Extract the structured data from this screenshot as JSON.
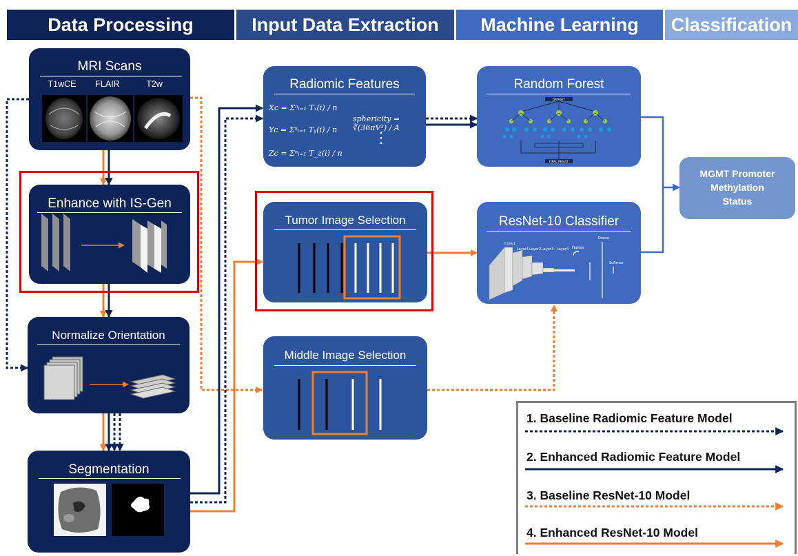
{
  "headers": {
    "data_processing": "Data Processing",
    "input_extraction": "Input Data Extraction",
    "machine_learning": "Machine Learning",
    "classification": "Classification"
  },
  "mri": {
    "title": "MRI Scans",
    "labels": [
      "T1wCE",
      "FLAIR",
      "T2w"
    ]
  },
  "enhance": {
    "title": "Enhance with IS-Gen"
  },
  "normalize": {
    "title": "Normalize Orientation"
  },
  "segmentation": {
    "title": "Segmentation"
  },
  "radiomic": {
    "title": "Radiomic Features",
    "eq_x": "Xc = Σⁿᵢ₌₁ Tₓ(i) / n",
    "eq_y": "Yc = Σⁿᵢ₌₁ Tᵧ(i) / n",
    "eq_z": "Zc = Σⁿᵢ₌₁ T_z(i) / n",
    "eq_s": "sphericity = ∛(36πV²) / A",
    "dots": "⋮"
  },
  "tumor_sel": {
    "title": "Tumor Image Selection"
  },
  "middle_sel": {
    "title": "Middle Image Selection"
  },
  "random_forest": {
    "title": "Random Forest",
    "dataset": "DATASET",
    "final": "FINAL RESULT"
  },
  "resnet": {
    "title": "ResNet-10 Classifier",
    "layers": [
      "Conv1",
      "Layer1",
      "Layer2",
      "Layer3",
      "Layer4",
      "Flatten",
      "Dense",
      "Softmax"
    ]
  },
  "mgmt": {
    "line1": "MGMT Promoter",
    "line2": "Methylation",
    "line3": "Status"
  },
  "legend": {
    "item1": "1. Baseline Radiomic Feature Model",
    "item2": "2. Enhanced Radiomic Feature Model",
    "item3": "3. Baseline ResNet-10 Model",
    "item4": "4. Enhanced ResNet-10 Model"
  },
  "colors": {
    "navy": "#0e2358",
    "mid_blue": "#2d559d",
    "light_blue": "#7496cf",
    "orange": "#ed7d31",
    "red": "#e10000"
  }
}
